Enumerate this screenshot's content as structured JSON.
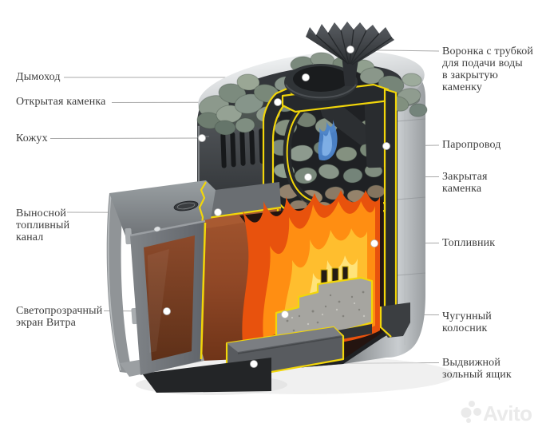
{
  "labels": {
    "left": [
      {
        "id": "chimney",
        "text": "Дымоход"
      },
      {
        "id": "open-heater",
        "text": "Открытая каменка"
      },
      {
        "id": "casing",
        "text": "Кожух"
      },
      {
        "id": "fuel-channel",
        "text": "Выносной\nтопливный\nканал"
      },
      {
        "id": "glass-screen",
        "text": "Светопрозрачный\nэкран Витра"
      }
    ],
    "right": [
      {
        "id": "water-funnel",
        "text": "Воронка с трубкой\nдля подачи воды\nв закрытую\nкаменку"
      },
      {
        "id": "steam-pipe",
        "text": "Паропровод"
      },
      {
        "id": "closed-heater",
        "text": "Закрытая\nкаменка"
      },
      {
        "id": "firebox",
        "text": "Топливник"
      },
      {
        "id": "cast-grate",
        "text": "Чугунный\nколосник"
      },
      {
        "id": "ash-box",
        "text": "Выдвижной\nзольный ящик"
      }
    ]
  },
  "watermark": {
    "text": "Avito"
  },
  "colors": {
    "accent_yellow": "#f2d60a",
    "copper_interior": "#8f4726",
    "fire_orange": "#ff8e12",
    "fire_core": "#ffe37a",
    "stone_green": "#8a978a",
    "metal_dark": "#3a3d41",
    "metal_light": "#c9cdd0",
    "label_text": "#3c3c3c",
    "leader_line": "#a9a9a9",
    "watermark_gray": "#eaeaea"
  }
}
